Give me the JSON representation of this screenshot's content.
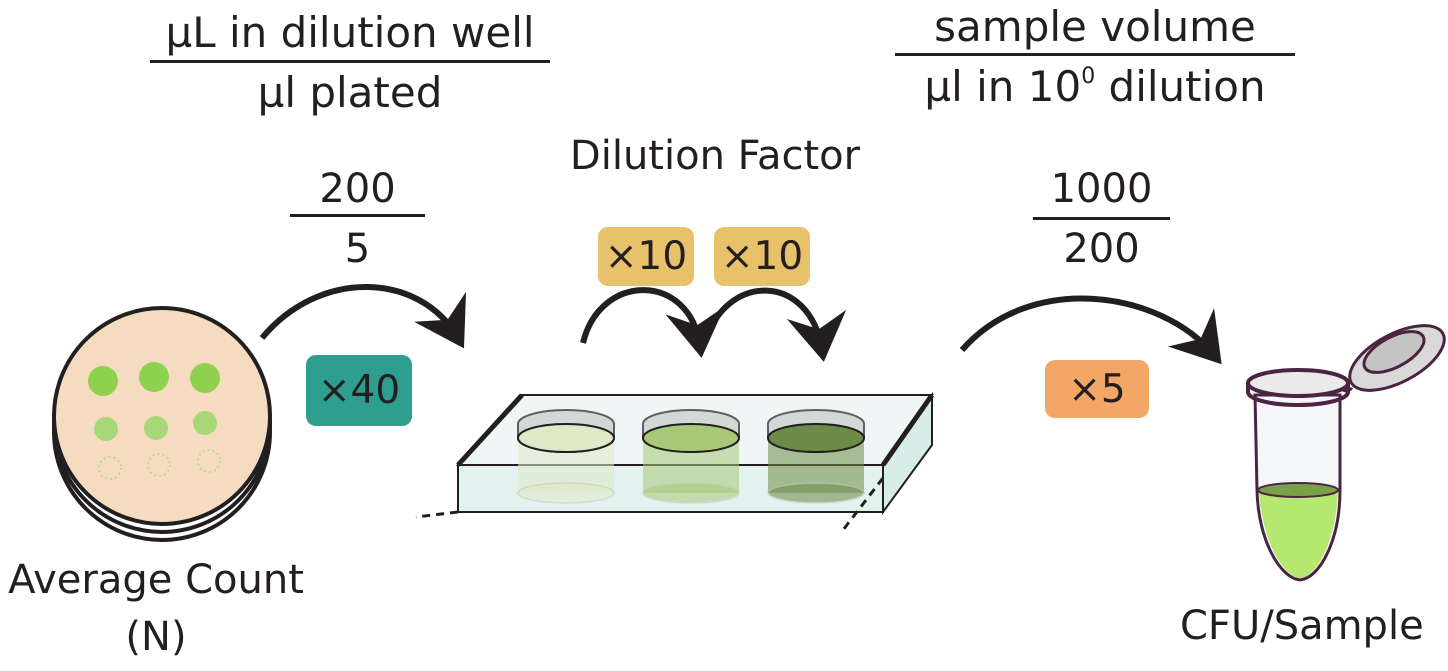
{
  "plating_formula": {
    "numerator": "µL in dilution well",
    "denominator": "µl plated"
  },
  "sample_formula": {
    "numerator": "sample volume",
    "denominator_prefix": "µl in 10",
    "denominator_exponent": "0",
    "denominator_suffix": " dilution"
  },
  "dilution_factor_title": "Dilution Factor",
  "plating_example": {
    "numerator": "200",
    "denominator": "5"
  },
  "sample_example": {
    "numerator": "1000",
    "denominator": "200"
  },
  "badges": {
    "plating": {
      "label": "×40",
      "color": "#2e9e8f"
    },
    "dilution_1": {
      "label": "×10",
      "color": "#e8c26a"
    },
    "dilution_2": {
      "label": "×10",
      "color": "#e8c26a"
    },
    "sample": {
      "label": "×5",
      "color": "#f2a766"
    }
  },
  "plate_label": {
    "line1": "Average Count",
    "line2": "(N)"
  },
  "tube_label": "CFU/Sample",
  "colors": {
    "plate_agar": "#f5dcc0",
    "colony": "#8fd14f",
    "well_1": "#dfe9c8",
    "well_2": "#a8c878",
    "well_3": "#6e8a48",
    "tray": "#e3f2ef",
    "tube_liquid": "#b5e86e",
    "tube_outline": "#4a2440"
  }
}
